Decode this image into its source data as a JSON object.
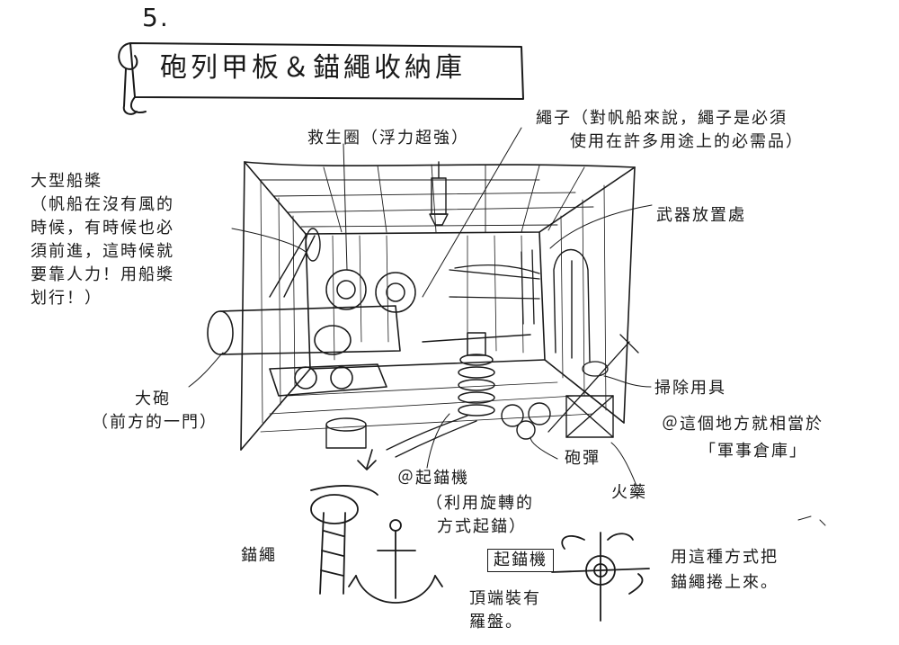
{
  "page_number": "5.",
  "title": "砲列甲板＆錨繩收納庫",
  "labels": {
    "lifebuoy": "救生圈（浮力超強）",
    "rope_line1": "繩子（對帆船來說，繩子是必須",
    "rope_line2": "使用在許多用途上的必需品）",
    "oar_title": "大型船槳",
    "oar_line1": "（帆船在沒有風的",
    "oar_line2": "時候，有時候也必",
    "oar_line3": "須前進，這時候就",
    "oar_line4": "要靠人力！用船槳",
    "oar_line5": "划行！）",
    "weapon": "武器放置處",
    "cleaning": "掃除用具",
    "cannon_title": "大砲",
    "cannon_sub": "（前方的一門）",
    "arsenal_line1": "＠這個地方就相當於",
    "arsenal_line2": "「軍事倉庫」",
    "cannonball": "砲彈",
    "gunpowder": "火藥",
    "capstan_title": "＠起錨機",
    "capstan_line1": "（利用旋轉的",
    "capstan_line2": "方式起錨）",
    "anchor_rope": "錨繩",
    "capstan_box": "起錨機",
    "compass_line1": "頂端裝有",
    "compass_line2": "羅盤。",
    "wind_line1": "用這種方式把",
    "wind_line2": "錨繩捲上來。"
  }
}
